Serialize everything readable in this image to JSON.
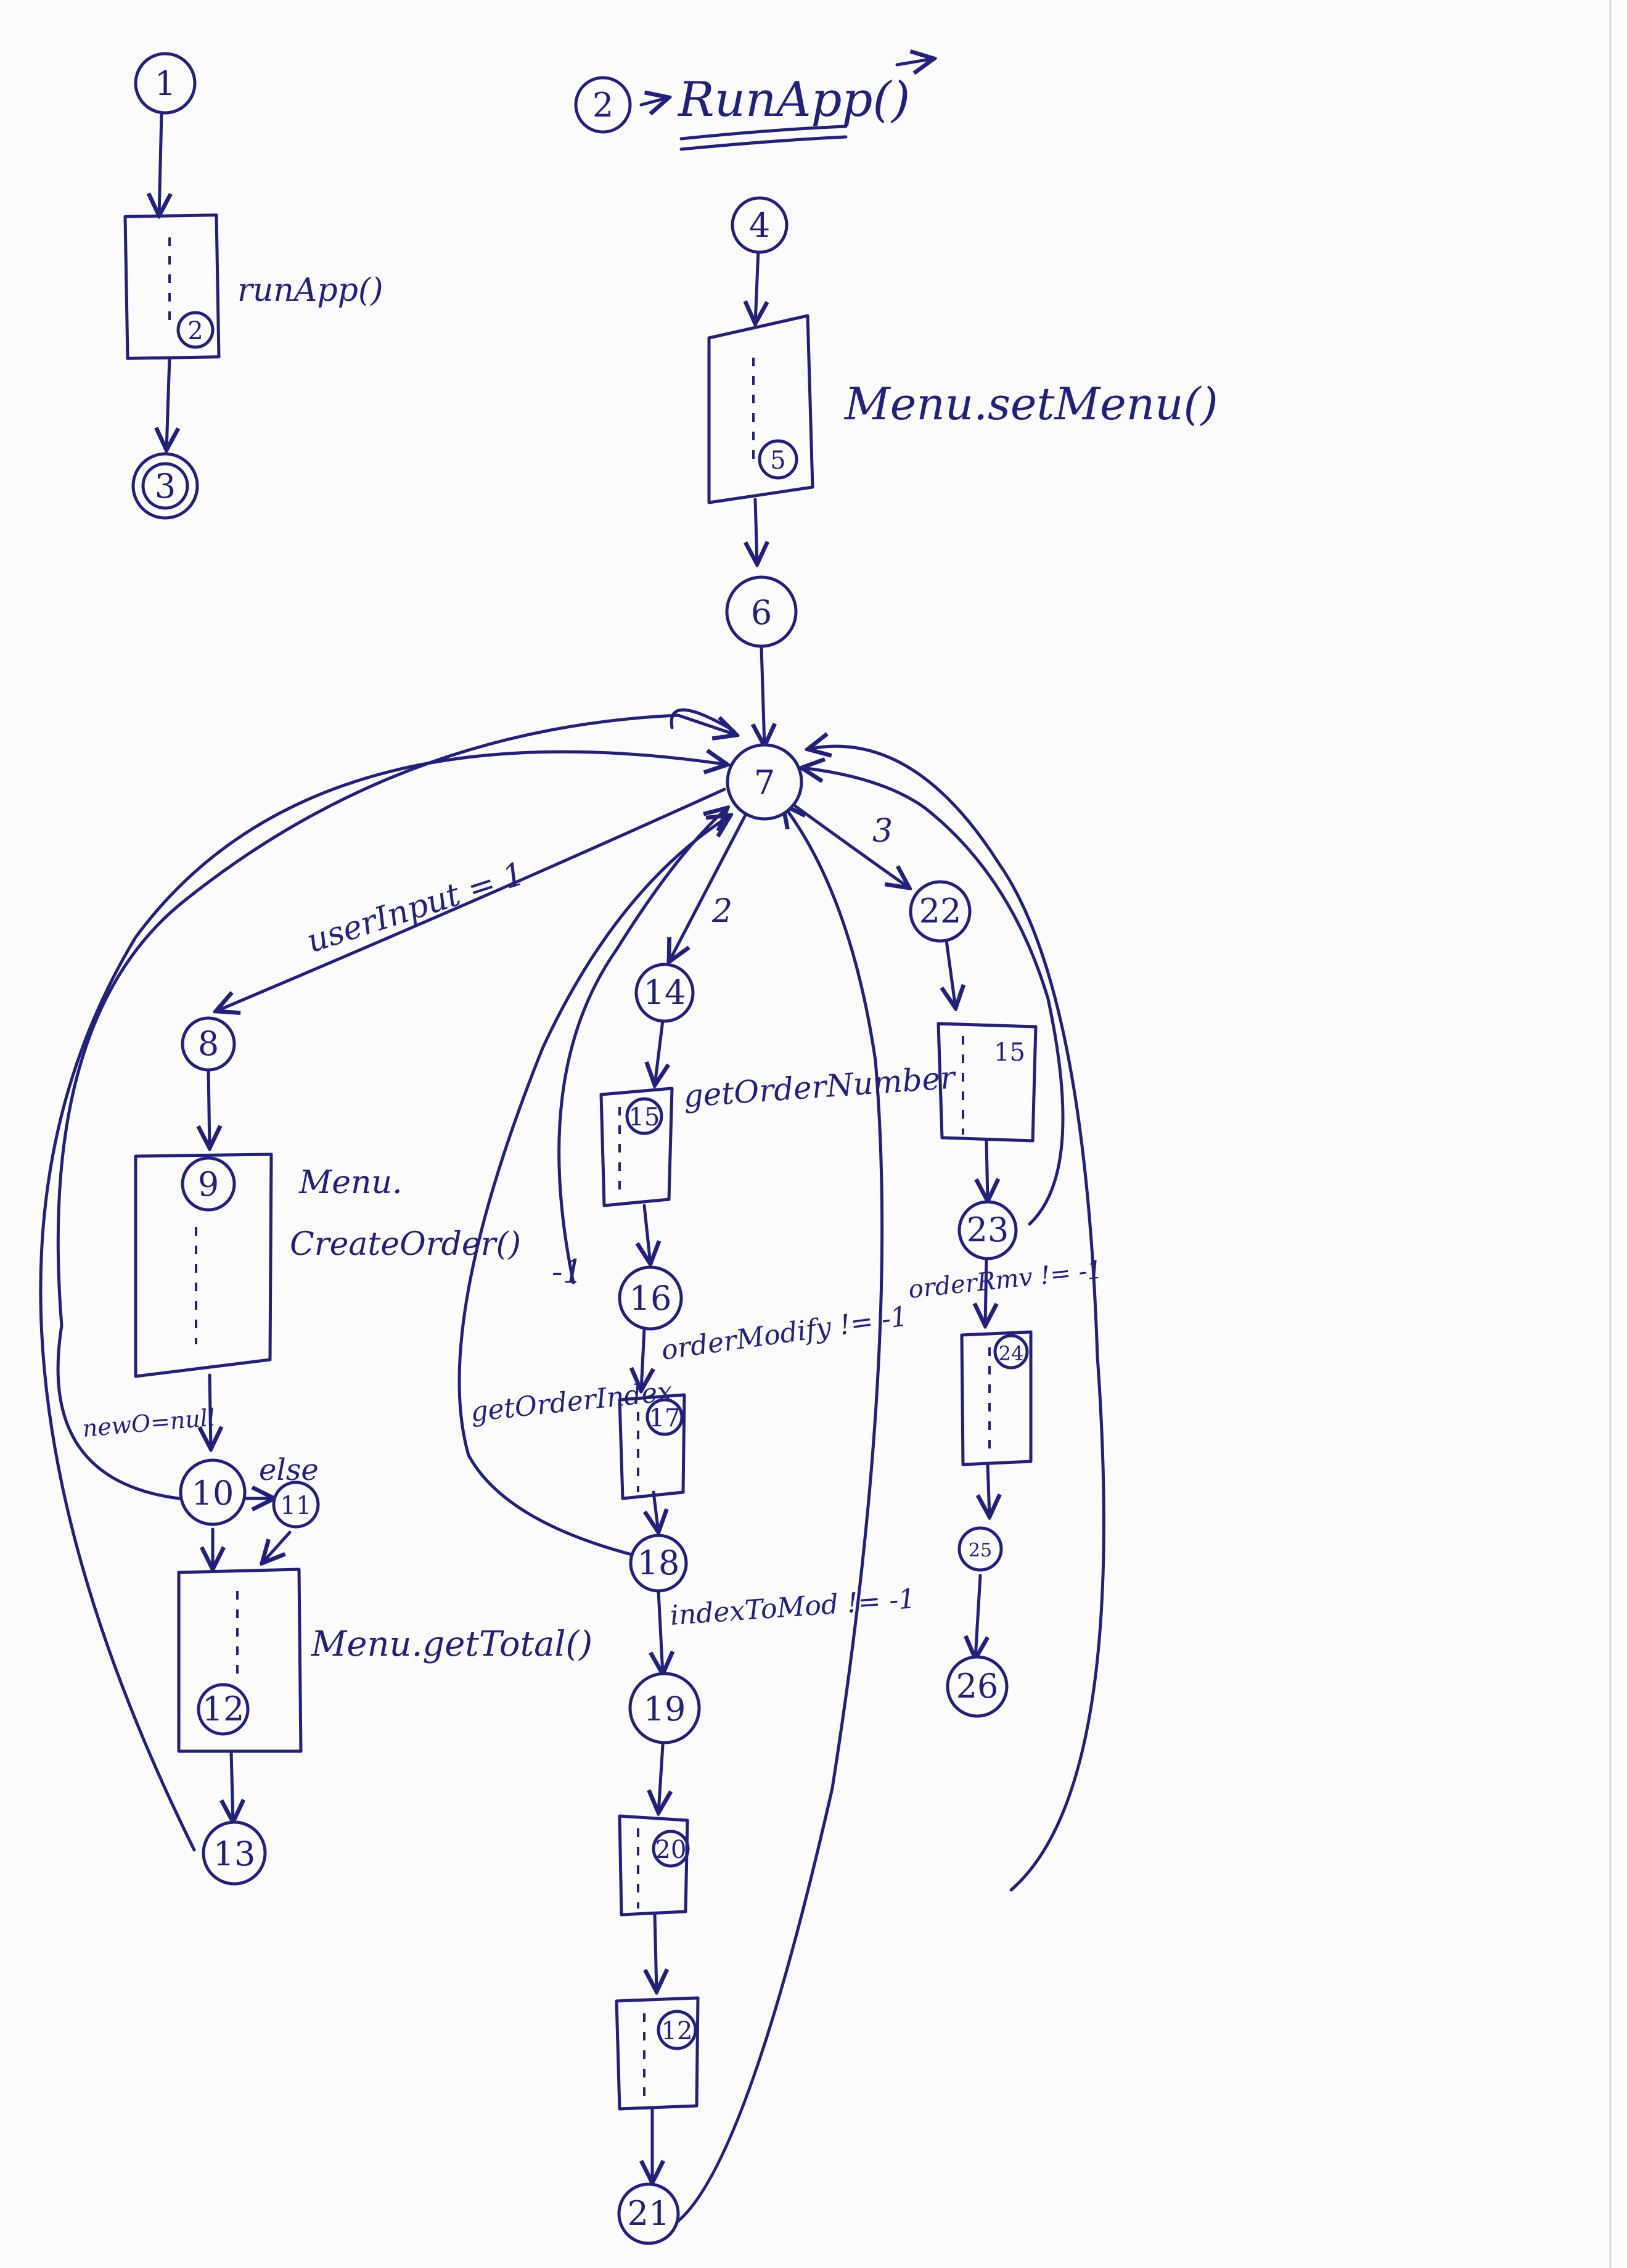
{
  "nodes": {
    "n1": "1",
    "n2": "2",
    "n3": "3",
    "n4": "4",
    "n5": "5",
    "n6": "6",
    "n7": "7",
    "n8": "8",
    "n9": "9",
    "n10": "10",
    "n11": "11",
    "n12": "12",
    "n13": "13",
    "n14": "14",
    "n15": "15",
    "n16": "16",
    "n17": "17",
    "n18": "18",
    "n19": "19",
    "n20": "20",
    "n12b": "12",
    "n21": "21",
    "n22": "22",
    "n15b": "15",
    "n23": "23",
    "n24": "24",
    "n25": "25",
    "n26": "26",
    "n2title": "2"
  },
  "labels": {
    "title": "RunApp()",
    "run_app_call": "runApp()",
    "set_menu": "Menu.setMenu()",
    "user_input": "userInput = 1",
    "edge_2": "2",
    "edge_3": "3",
    "menu": "Menu.",
    "create_order": "CreateOrder()",
    "get_order_number": "getOrderNumber",
    "minus_one": "-1",
    "order_modify": "orderModify != -1",
    "get_order_index": "getOrderIndex",
    "new_o_null": "newO=null",
    "else": "else",
    "get_total": "Menu.getTotal()",
    "index_to_mod": "indexToMod != -1",
    "order_rmv": "orderRmv != -1"
  },
  "colors": {
    "ink": "#23207a",
    "paper": "#fbfbfb"
  }
}
